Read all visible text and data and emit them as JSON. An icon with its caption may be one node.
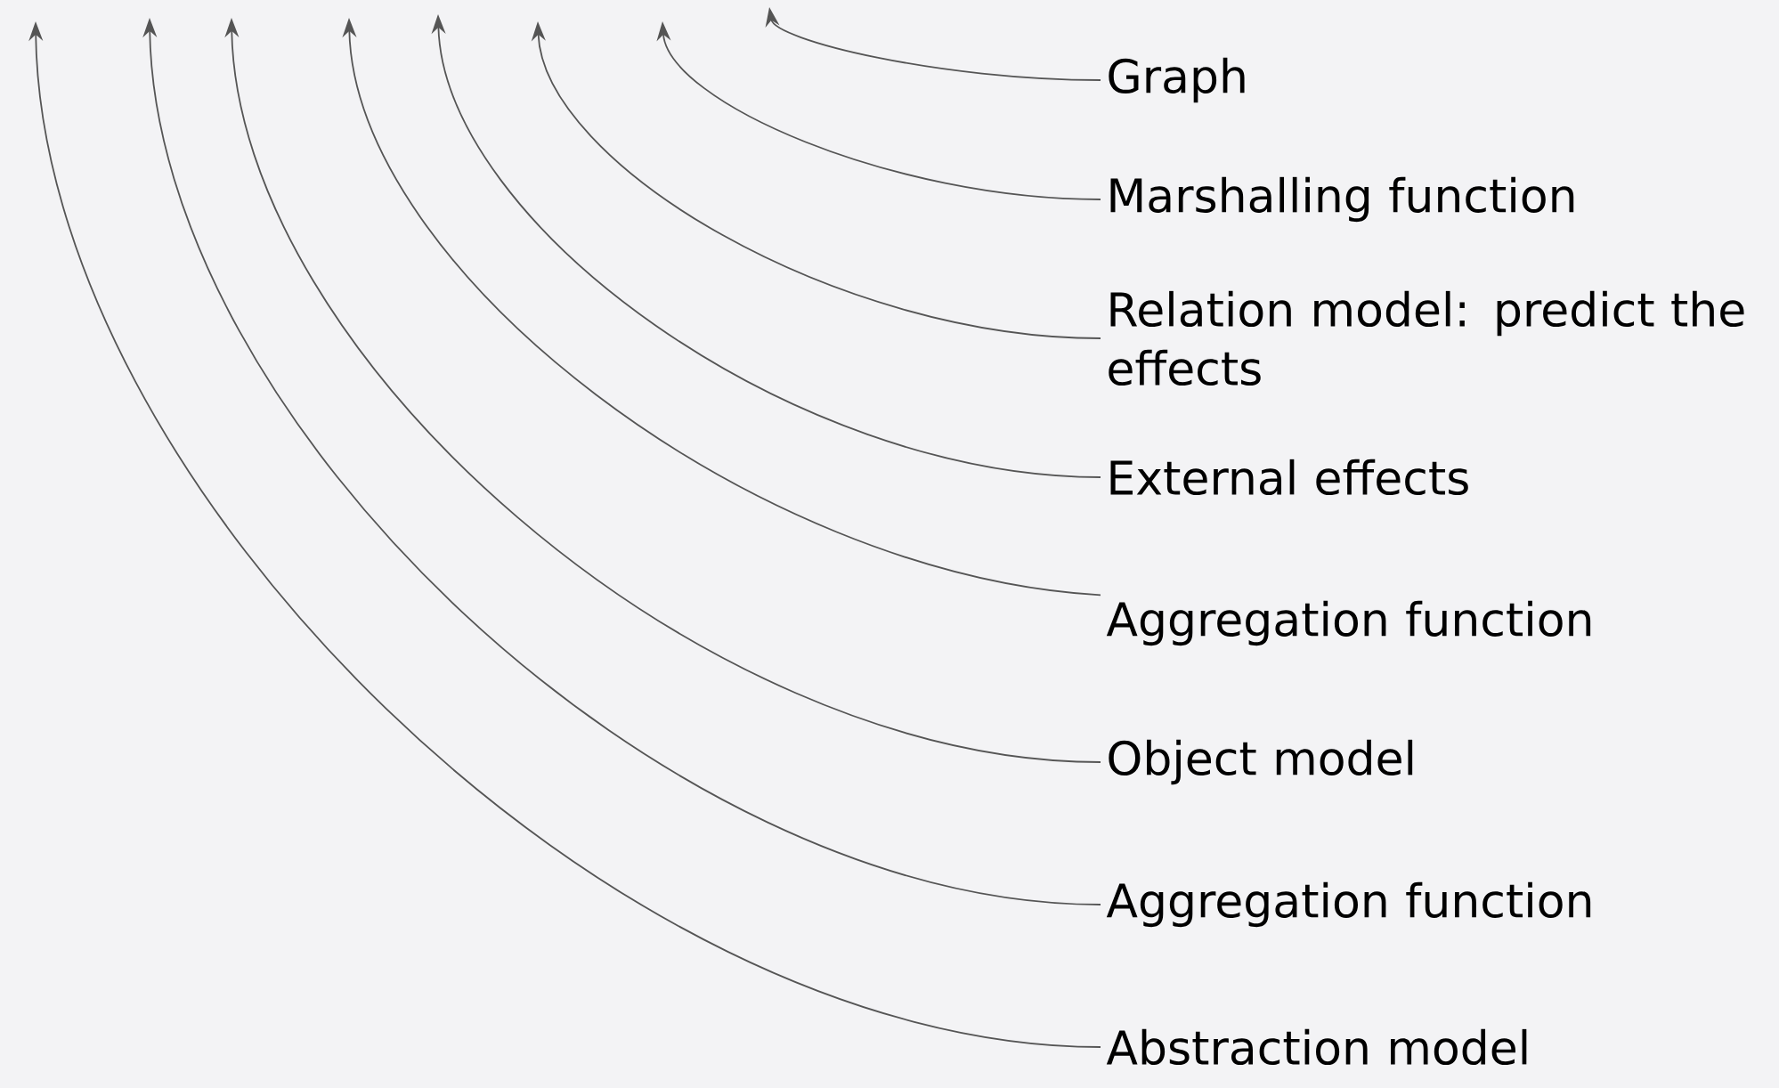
{
  "diagram": {
    "nodes": [
      {
        "text": [
          "Graph"
        ]
      },
      {
        "text": [
          "Marshalling function"
        ]
      },
      {
        "text": [
          "Relation model: predict the effects"
        ]
      },
      {
        "text": [
          "External effects"
        ]
      },
      {
        "text": [
          "Aggregation function"
        ]
      },
      {
        "text": [
          "Object model"
        ]
      },
      {
        "text": [
          "Aggregation function"
        ]
      },
      {
        "text": [
          "Abstraction model"
        ]
      }
    ],
    "edges": [
      {
        "from": 0,
        "to": null,
        "arrow": "to"
      },
      {
        "from": 1,
        "to": null,
        "arrow": "to"
      },
      {
        "from": 2,
        "to": null,
        "arrow": "to"
      },
      {
        "from": 3,
        "to": null,
        "arrow": "to"
      },
      {
        "from": 4,
        "to": null,
        "arrow": "to"
      },
      {
        "from": 5,
        "to": null,
        "arrow": "to"
      },
      {
        "from": 6,
        "to": null,
        "arrow": "to"
      },
      {
        "from": 7,
        "to": null,
        "arrow": "to"
      }
    ]
  }
}
